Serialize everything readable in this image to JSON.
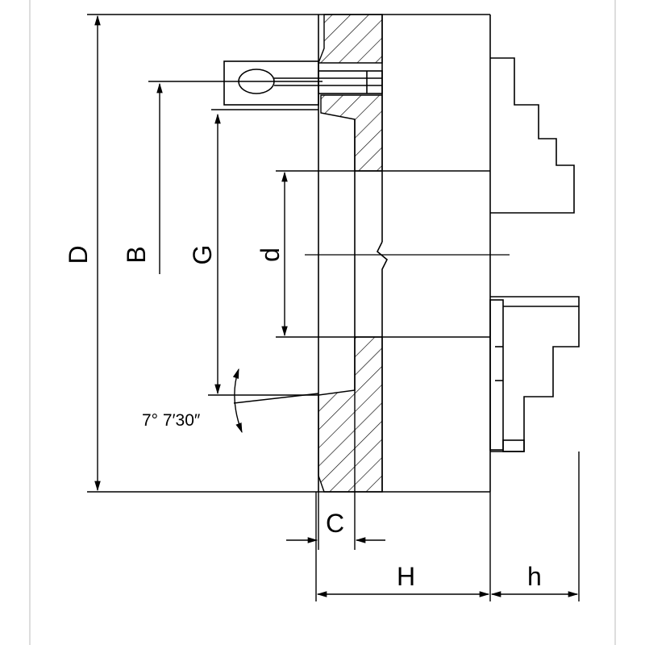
{
  "labels": {
    "D": "D",
    "B": "B",
    "G": "G",
    "d": "d",
    "C": "C",
    "H": "H",
    "h": "h",
    "angle": "7° 7′30″"
  }
}
